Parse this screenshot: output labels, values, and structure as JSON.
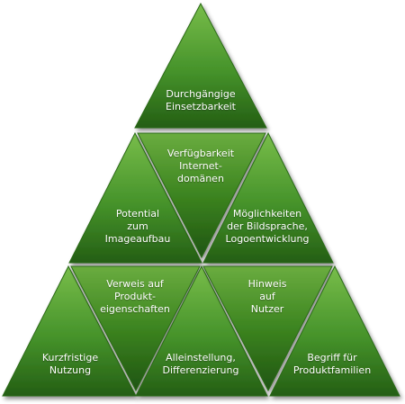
{
  "colors": {
    "light": "#6fb343",
    "mid": "#3f8a22",
    "dark": "#1e5610",
    "text": "#ffffff"
  },
  "pyramid": {
    "tiles": [
      {
        "id": "t1",
        "text": "Durchgängige\nEinsetzbarkeit"
      },
      {
        "id": "t2",
        "text": "Potential\nzum\nImageaufbau"
      },
      {
        "id": "t3",
        "text": "Verfügbarkeit\nInternet-\ndomänen"
      },
      {
        "id": "t4",
        "text": "Möglichkeiten\nder Bildsprache,\nLogoentwicklung"
      },
      {
        "id": "t5",
        "text": "Kurzfristige\nNutzung"
      },
      {
        "id": "t6",
        "text": "Verweis auf\nProdukt-\neigenschaften"
      },
      {
        "id": "t7",
        "text": "Alleinstellung,\nDifferenzierung"
      },
      {
        "id": "t8",
        "text": "Hinweis\nauf\nNutzer"
      },
      {
        "id": "t9",
        "text": "Begriff für\nProduktfamilien"
      }
    ]
  }
}
